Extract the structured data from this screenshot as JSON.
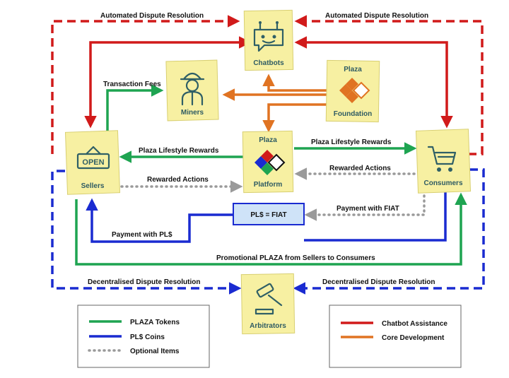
{
  "colors": {
    "green": "#1ea451",
    "blue": "#1a2bd1",
    "red": "#d11a1a",
    "orange": "#e07322",
    "gray": "#9a9a9a",
    "note": "#f7f0a2",
    "icon": "#2f5f66"
  },
  "nodes": {
    "chatbots": {
      "label": "Chatbots",
      "icon": "robot-face-icon"
    },
    "miners": {
      "label": "Miners",
      "icon": "worker-hardhat-icon"
    },
    "foundation": {
      "top": "Plaza",
      "label": "Foundation",
      "icon": "plaza-logo-icon"
    },
    "sellers": {
      "label": "Sellers",
      "icon": "open-sign-icon",
      "sign_text": "OPEN"
    },
    "platform": {
      "top": "Plaza",
      "label": "Platform",
      "icon": "plaza-logo-icon"
    },
    "consumers": {
      "label": "Consumers",
      "icon": "shopping-cart-icon"
    },
    "arbitrators": {
      "label": "Arbitrators",
      "icon": "gavel-icon"
    }
  },
  "fiat_box": {
    "label": "PL$ = FIAT"
  },
  "edges": {
    "auto_dispute_left": "Automated Dispute Resolution",
    "auto_dispute_right": "Automated Dispute Resolution",
    "transaction_fees": "Transaction Fees",
    "lifestyle_left": "Plaza Lifestyle Rewards",
    "lifestyle_right": "Plaza Lifestyle Rewards",
    "rewarded_left": "Rewarded Actions",
    "rewarded_right": "Rewarded Actions",
    "payment_fiat": "Payment with FIAT",
    "payment_pl": "Payment with PL$",
    "promotional": "Promotional PLAZA from Sellers to Consumers",
    "decentral_left": "Decentralised Dispute Resolution",
    "decentral_right": "Decentralised Dispute Resolution"
  },
  "legend_left": [
    {
      "label": "PLAZA Tokens",
      "style": "green"
    },
    {
      "label": "PL$ Coins",
      "style": "blue"
    },
    {
      "label": "Optional Items",
      "style": "gray-dotted"
    }
  ],
  "legend_right": [
    {
      "label": "Chatbot Assistance",
      "style": "red"
    },
    {
      "label": "Core Development",
      "style": "orange"
    }
  ]
}
